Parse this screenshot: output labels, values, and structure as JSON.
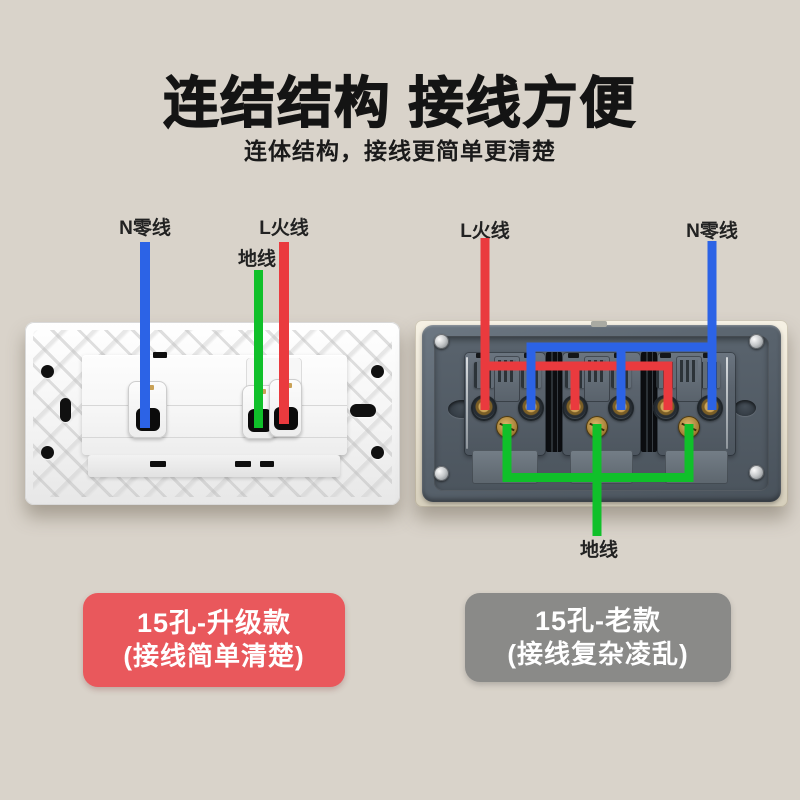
{
  "colors": {
    "background": "#d9d3ca",
    "wire_live": "#ea3a3e",
    "wire_neutral": "#2c63e6",
    "wire_ground": "#10c02a",
    "badge_upgraded": "#e9585c",
    "badge_old": "#8a8a88"
  },
  "header": {
    "title": "连结结构 接线方便",
    "subtitle": "连体结构，接线更简单更清楚"
  },
  "left_socket": {
    "style": "15孔-升级款",
    "wire_labels": {
      "neutral": "N零线",
      "live": "L火线",
      "ground": "地线"
    },
    "badge": {
      "line1": "15孔-升级款",
      "line2": "(接线简单清楚)"
    }
  },
  "right_socket": {
    "style": "15孔-老款",
    "wire_labels": {
      "live": "L火线",
      "neutral": "N零线",
      "ground": "地线"
    },
    "badge": {
      "line1": "15孔-老款",
      "line2": "(接线复杂凌乱)"
    }
  }
}
